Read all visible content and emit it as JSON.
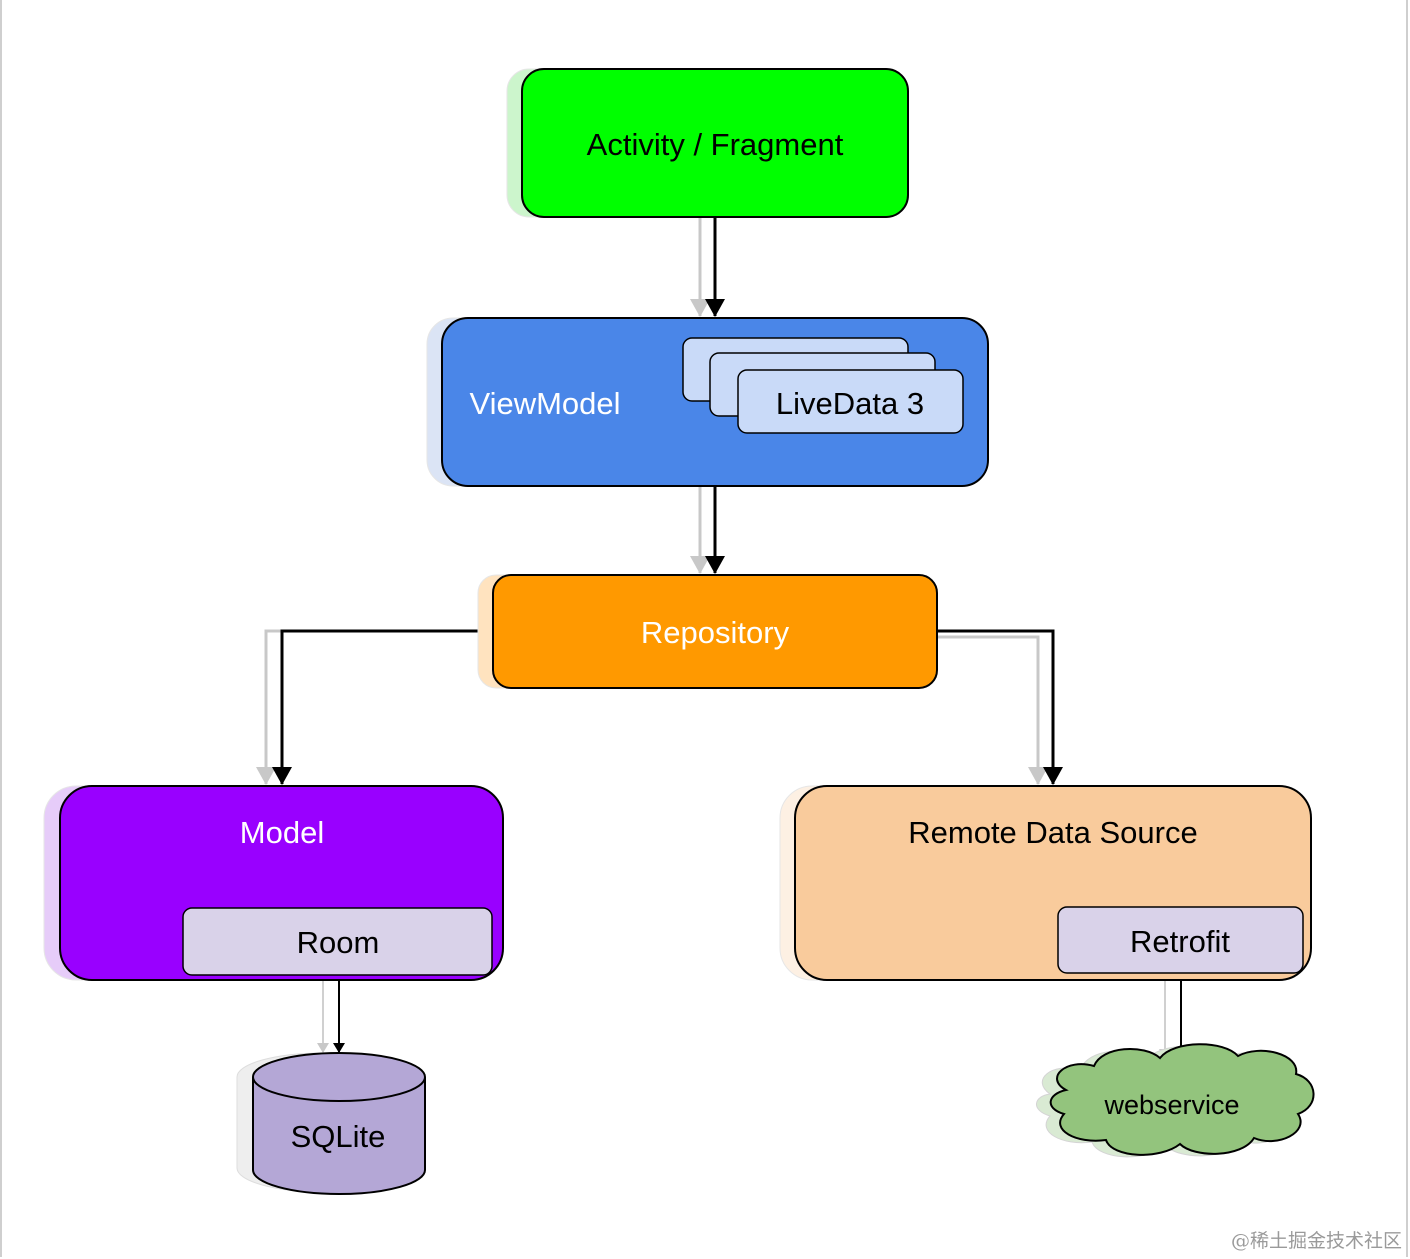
{
  "diagram": {
    "nodes": {
      "activity": {
        "label": "Activity / Fragment",
        "color": "#00ff00"
      },
      "viewmodel": {
        "label": "ViewModel",
        "color": "#4a86e8"
      },
      "livedata": {
        "label": "LiveData 3",
        "color": "#c9daf8"
      },
      "repository": {
        "label": "Repository",
        "color": "#ff9900"
      },
      "model": {
        "label": "Model",
        "color": "#9900ff"
      },
      "room": {
        "label": "Room",
        "color": "#d9d2e9"
      },
      "remote": {
        "label": "Remote Data Source",
        "color": "#f9cb9c"
      },
      "retrofit": {
        "label": "Retrofit",
        "color": "#d9d2e9"
      },
      "sqlite": {
        "label": "SQLite",
        "color": "#b4a7d6"
      },
      "webservice": {
        "label": "webservice",
        "color": "#93c47d"
      }
    },
    "edges": [
      {
        "from": "activity",
        "to": "viewmodel"
      },
      {
        "from": "viewmodel",
        "to": "repository"
      },
      {
        "from": "repository",
        "to": "model"
      },
      {
        "from": "repository",
        "to": "remote"
      },
      {
        "from": "room",
        "to": "sqlite"
      },
      {
        "from": "retrofit",
        "to": "webservice"
      }
    ]
  },
  "watermark": "@稀土掘金技术社区"
}
